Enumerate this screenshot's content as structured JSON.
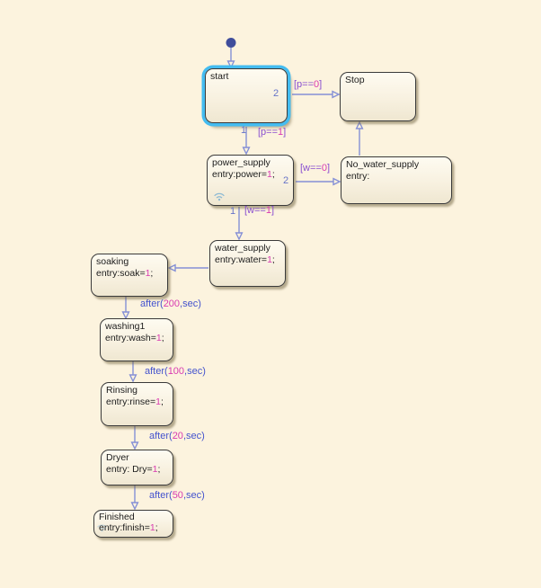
{
  "diagram": {
    "type": "stateflow-state-machine",
    "background_color": "#fcf3de"
  },
  "colors": {
    "selection_highlight": "#44bcf0",
    "transition_line": "#8590d6",
    "condition_text": "#8a4fd0",
    "keyword_text": "#4352cd",
    "number_text": "#d93bb1",
    "order_number_text": "#6673c8",
    "state_border": "#3a3a3a",
    "state_fill": "#f8f1e0",
    "state_text": "#1c1c1c",
    "initial_dot": "#3f4d9b"
  },
  "states": [
    {
      "title": "start"
    },
    {
      "title": "Stop"
    },
    {
      "title": "power_supply",
      "entry_prefix": "entry:power=",
      "entry_value": "1",
      "entry_suffix": ";"
    },
    {
      "title": "No_water_supply",
      "entry_prefix": "entry:",
      "entry_value": "",
      "entry_suffix": ""
    },
    {
      "title": "water_supply",
      "entry_prefix": "entry:water=",
      "entry_value": "1",
      "entry_suffix": ";"
    },
    {
      "title": "soaking",
      "entry_prefix": "entry:soak=",
      "entry_value": "1",
      "entry_suffix": ";"
    },
    {
      "title": "washing1",
      "entry_prefix": "entry:wash=",
      "entry_value": "1",
      "entry_suffix": ";"
    },
    {
      "title": "Rinsing",
      "entry_prefix": "entry:rinse=",
      "entry_value": "1",
      "entry_suffix": ";"
    },
    {
      "title": "Dryer",
      "entry_prefix": "entry: Dry=",
      "entry_value": "1",
      "entry_suffix": ";"
    },
    {
      "title": "Finished",
      "entry_prefix": "entry:finish=",
      "entry_value": "1",
      "entry_suffix": ";"
    }
  ],
  "transitions": {
    "start_to_stop": {
      "order": "2",
      "prefix": "[p==",
      "value": "0",
      "suffix": "]"
    },
    "start_to_power_supply": {
      "order": "1",
      "prefix": "[p==",
      "value": "1",
      "suffix": "]"
    },
    "power_to_no_water_supply": {
      "order": "2",
      "prefix": "[w==",
      "value": "0",
      "suffix": "]"
    },
    "power_to_water_supply": {
      "order": "1",
      "prefix": "[w==",
      "value": "1",
      "suffix": "]"
    },
    "soaking_to_washing1": {
      "prefix": "after(",
      "value": "200",
      "suffix": ",sec)"
    },
    "washing1_to_rinsing": {
      "prefix": "after(",
      "value": "100",
      "suffix": ",sec)"
    },
    "rinsing_to_dryer": {
      "prefix": "after(",
      "value": "20",
      "suffix": ",sec)"
    },
    "dryer_to_finished": {
      "prefix": "after(",
      "value": "50",
      "suffix": ",sec)"
    }
  }
}
